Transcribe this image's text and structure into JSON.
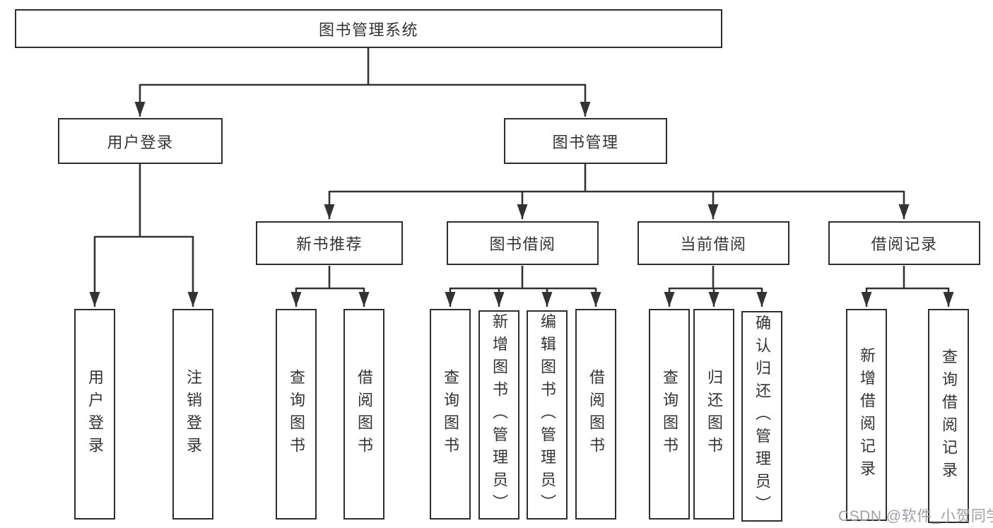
{
  "tree": {
    "root": {
      "label": "图书管理系统"
    },
    "branches": [
      {
        "label": "用户登录",
        "leaves": [
          {
            "label": "用户登录"
          },
          {
            "label": "注销登录"
          }
        ]
      },
      {
        "label": "图书管理",
        "groups": [
          {
            "label": "新书推荐",
            "leaves": [
              {
                "label": "查询图书"
              },
              {
                "label": "借阅图书"
              }
            ]
          },
          {
            "label": "图书借阅",
            "leaves": [
              {
                "label": "查询图书"
              },
              {
                "label": "新增图书（管理员）"
              },
              {
                "label": "编辑图书（管理员）"
              },
              {
                "label": "借阅图书"
              }
            ]
          },
          {
            "label": "当前借阅",
            "leaves": [
              {
                "label": "查询图书"
              },
              {
                "label": "归还图书"
              },
              {
                "label": "确认归还（管理员）"
              }
            ]
          },
          {
            "label": "借阅记录",
            "leaves": [
              {
                "label": "新增借阅记录"
              },
              {
                "label": "查询借阅记录"
              }
            ]
          }
        ]
      }
    ]
  },
  "watermark": {
    "text": "CSDN @软件_小贺同学"
  },
  "colors": {
    "line": "#333333",
    "box_border": "#2e2e2e",
    "text": "#333333",
    "watermark": "#9da0a5",
    "background": "#ffffff"
  }
}
